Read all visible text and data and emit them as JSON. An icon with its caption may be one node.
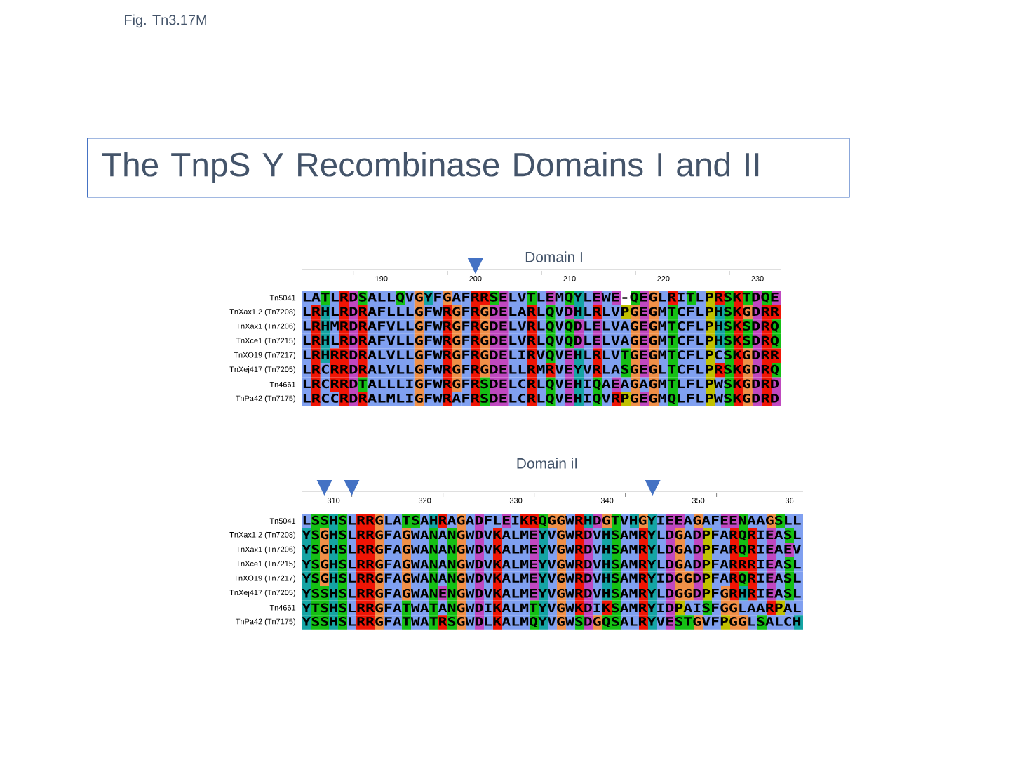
{
  "diagram": {
    "title": "The TnpS Y Recombinase Domains I and II",
    "labels": [
      "Fig. Tn3.17M",
      "Domain I",
      "190",
      "200",
      "210",
      "220",
      "230",
      "Tn5041",
      "LATLRDSALLQVGYFGAFRRSELVTLEMQYLEWE-QEGLRITLPRSKTDQE",
      "TnXax1.2 (Tn7208)",
      "LRHLRDRAFLLLGFWRGFRGDELARLQVDHLRLVPGEGMTCFLPHSKGDRR",
      "TnXax1 (Tn7206)",
      "LRHMRDRAFVLLGFWRGFRGDELVRLQVQDLELVAGEGMTCFLPHSKSDRQ",
      "TnXce1 (Tn7215)",
      "LRHLRDRAFVLLGFWRGFRGDELVRLQVQDLELVAGEGMTCFLPHSKSDRQ",
      "TnXO19 (Tn7217)",
      "LRHRRDRALVLLGFWRGFRGDELIRVQVEHLRLVTGEGMTCFLPCSKGDRR",
      "TnXej417 (Tn7205)",
      "LRCRRDRALVLLGFWRGFRGDELLRMRVEYVRLASGEGLTCFLPRSKGDRQ",
      "Tn4661",
      "LRCRRDTALLLIGFWRGFRSDELCRLQVEHIQAEAGAGMTLFLPWSKGDRD",
      "TnPa42 (Tn7175)",
      "LRCCRDRALMLIGFWRAFRSDELCRLQVEHIQVRPGEGMQLFLPWSKGDRD",
      "Domain iI",
      "310",
      "320",
      "330",
      "340",
      "350",
      "36",
      "Tn5041",
      "LSSHSLRRGLATSAHRAGADFLEIKRQGGWRHDGTVHGYIEEAGAFEENAAGSLL",
      "TnXax1.2 (Tn7208)",
      "YSGHSLRRGFAGWANANGWDVKALMEYVGWRDVHSAMRYLDGADPFARQRIEASL",
      "TnXax1 (Tn7206)",
      "YSGHSLRRGFAGWANANGWDVKALMEYVGWRDVHSAMRYLDGADPFARQRIEAEV",
      "TnXce1 (Tn7215)",
      "YSGHSLRRGFAGWANANGWDVKALMEYVGWRDVHSAMRYLDGADPFARRRIEASL",
      "TnXO19 (Tn7217)",
      "YSGHSLRRGFAGWANANGWDVKALMEYVGWRDVHSAMRYIDGGDPFARQRIEASL",
      "TnXej417 (Tn7205)",
      "YSSHSLRRGFAGWANENGWDVKALMEYVGWRDVHSAMRYLDGGDPFGRHRIEASL",
      "Tn4661",
      "YTSHSLRRGFATWATANGWDIKALMTYVGWKDIKSAMRYIDPAISFGGLAARPAL",
      "TnPa42 (Tn7175)",
      "YSSHSLRRGFATWATRSGWDLKALMQYVGWSDGQSALRYVESTGVFPGGLSALCH"
    ]
  }
}
